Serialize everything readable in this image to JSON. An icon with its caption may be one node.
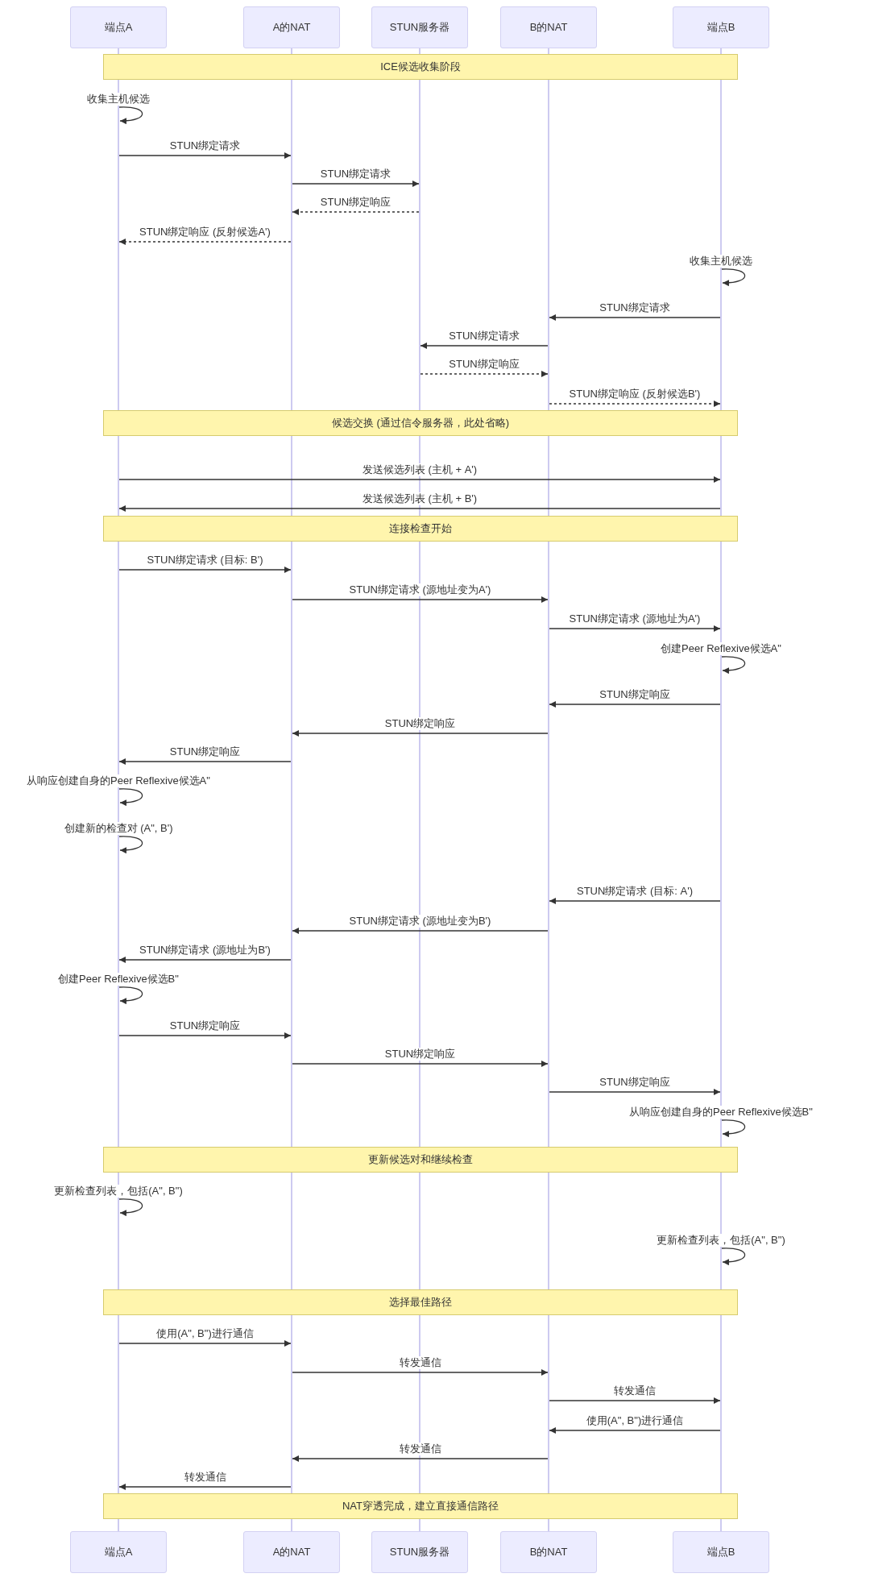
{
  "diagram": {
    "nodes": [
      {
        "text": [
          "端点A"
        ]
      },
      {
        "text": [
          "A的NAT"
        ]
      },
      {
        "text": [
          "STUN服务器"
        ]
      },
      {
        "text": [
          "B的NAT"
        ]
      },
      {
        "text": [
          "端点B"
        ]
      },
      {
        "text": [],
        "shape": "line"
      },
      {
        "text": [],
        "shape": "line"
      },
      {
        "text": [],
        "shape": "line"
      },
      {
        "text": [],
        "shape": "line"
      },
      {
        "text": [],
        "shape": "line"
      },
      {
        "text": [
          "ICE候选收集阶段"
        ]
      },
      {
        "text": [
          "候选交换 (通过信令服务器，此处省略)"
        ]
      },
      {
        "text": [
          "连接检查开始"
        ]
      },
      {
        "text": [
          "更新候选对和继续检查"
        ]
      },
      {
        "text": [
          "选择最佳路径"
        ]
      },
      {
        "text": [
          "NAT穿透完成，建立直接通信路径"
        ]
      },
      {
        "text": [
          "端点A"
        ]
      },
      {
        "text": [
          "A的NAT"
        ]
      },
      {
        "text": [
          "STUN服务器"
        ]
      },
      {
        "text": [
          "B的NAT"
        ]
      },
      {
        "text": [
          "端点B"
        ]
      }
    ],
    "edges": [
      {
        "from": 5,
        "to": 5,
        "arrow": "to",
        "label": "收集主机候选"
      },
      {
        "from": 5,
        "to": 6,
        "arrow": "to",
        "label": "STUN绑定请求"
      },
      {
        "from": 6,
        "to": 7,
        "arrow": "to",
        "label": "STUN绑定请求"
      },
      {
        "from": 7,
        "to": 6,
        "arrow": "to",
        "label": "STUN绑定响应",
        "style": "dashed"
      },
      {
        "from": 6,
        "to": 5,
        "arrow": "to",
        "label": "STUN绑定响应 (反射候选A')",
        "style": "dashed"
      },
      {
        "from": 9,
        "to": 9,
        "arrow": "to",
        "label": "收集主机候选"
      },
      {
        "from": 9,
        "to": 8,
        "arrow": "to",
        "label": "STUN绑定请求"
      },
      {
        "from": 8,
        "to": 7,
        "arrow": "to",
        "label": "STUN绑定请求"
      },
      {
        "from": 7,
        "to": 8,
        "arrow": "to",
        "label": "STUN绑定响应",
        "style": "dashed"
      },
      {
        "from": 8,
        "to": 9,
        "arrow": "to",
        "label": "STUN绑定响应 (反射候选B')",
        "style": "dashed"
      },
      {
        "from": 5,
        "to": 9,
        "arrow": "to",
        "label": "发送候选列表 (主机 + A')"
      },
      {
        "from": 9,
        "to": 5,
        "arrow": "to",
        "label": "发送候选列表 (主机 + B')"
      },
      {
        "from": 5,
        "to": 6,
        "arrow": "to",
        "label": "STUN绑定请求 (目标: B')"
      },
      {
        "from": 6,
        "to": 8,
        "arrow": "to",
        "label": "STUN绑定请求 (源地址变为A')"
      },
      {
        "from": 8,
        "to": 9,
        "arrow": "to",
        "label": "STUN绑定请求 (源地址为A')"
      },
      {
        "from": 9,
        "to": 9,
        "arrow": "to",
        "label": "创建Peer Reflexive候选A\""
      },
      {
        "from": 9,
        "to": 8,
        "arrow": "to",
        "label": "STUN绑定响应"
      },
      {
        "from": 8,
        "to": 6,
        "arrow": "to",
        "label": "STUN绑定响应"
      },
      {
        "from": 6,
        "to": 5,
        "arrow": "to",
        "label": "STUN绑定响应"
      },
      {
        "from": 5,
        "to": 5,
        "arrow": "to",
        "label": "从响应创建自身的Peer Reflexive候选A\""
      },
      {
        "from": 5,
        "to": 5,
        "arrow": "to",
        "label": "创建新的检查对 (A\", B')"
      },
      {
        "from": 9,
        "to": 8,
        "arrow": "to",
        "label": "STUN绑定请求 (目标: A')"
      },
      {
        "from": 8,
        "to": 6,
        "arrow": "to",
        "label": "STUN绑定请求 (源地址变为B')"
      },
      {
        "from": 6,
        "to": 5,
        "arrow": "to",
        "label": "STUN绑定请求 (源地址为B')"
      },
      {
        "from": 5,
        "to": 5,
        "arrow": "to",
        "label": "创建Peer Reflexive候选B\""
      },
      {
        "from": 5,
        "to": 6,
        "arrow": "to",
        "label": "STUN绑定响应"
      },
      {
        "from": 6,
        "to": 8,
        "arrow": "to",
        "label": "STUN绑定响应"
      },
      {
        "from": 8,
        "to": 9,
        "arrow": "to",
        "label": "STUN绑定响应"
      },
      {
        "from": 9,
        "to": 9,
        "arrow": "to",
        "label": "从响应创建自身的Peer Reflexive候选B\""
      },
      {
        "from": 5,
        "to": 5,
        "arrow": "to",
        "label": "更新检查列表，包括(A\", B\")"
      },
      {
        "from": 9,
        "to": 9,
        "arrow": "to",
        "label": "更新检查列表，包括(A\", B\")"
      },
      {
        "from": 5,
        "to": 6,
        "arrow": "to",
        "label": "使用(A\", B\")进行通信"
      },
      {
        "from": 6,
        "to": 8,
        "arrow": "to",
        "label": "转发通信"
      },
      {
        "from": 8,
        "to": 9,
        "arrow": "to",
        "label": "转发通信"
      },
      {
        "from": 9,
        "to": 8,
        "arrow": "to",
        "label": "使用(A\", B\")进行通信"
      },
      {
        "from": 8,
        "to": 6,
        "arrow": "to",
        "label": "转发通信"
      },
      {
        "from": 6,
        "to": 5,
        "arrow": "to",
        "label": "转发通信"
      }
    ]
  }
}
